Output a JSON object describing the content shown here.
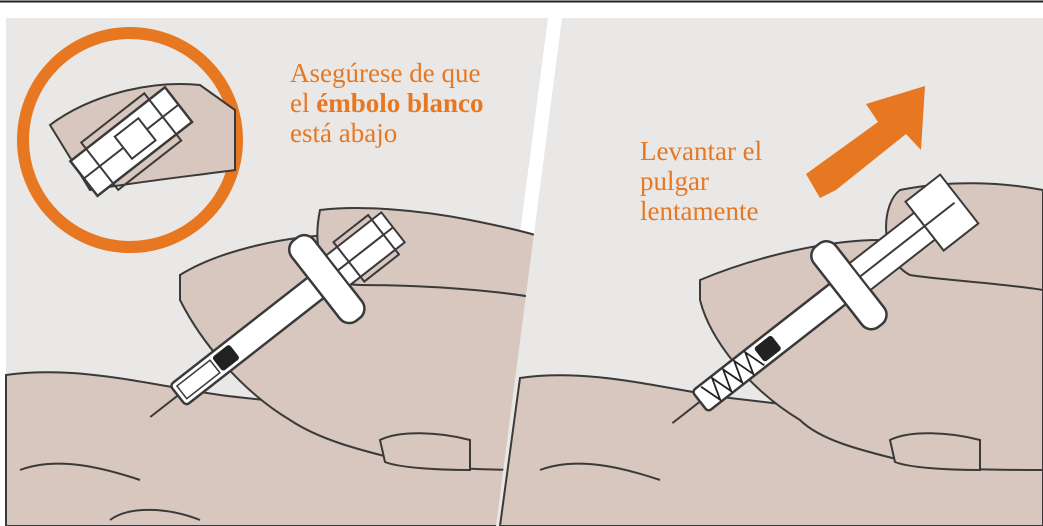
{
  "panels": [
    {
      "instruction_line1": "Asegúrese de que",
      "instruction_line2_prefix": "el ",
      "instruction_line2_bold": "émbolo blanco",
      "instruction_line3": "está abajo"
    },
    {
      "instruction_line1": "Levantar el",
      "instruction_line2": "pulgar",
      "instruction_line3": "lentamente"
    }
  ],
  "colors": {
    "accent": "#e87722",
    "panel_bg": "#e9e8e6",
    "skin": "#d8c7be",
    "outline": "#3a3a3a",
    "border": "#222222"
  },
  "icons": [
    "magnifier-circle-icon",
    "arrow-up-right-icon",
    "syringe-icon",
    "hand-icon"
  ]
}
